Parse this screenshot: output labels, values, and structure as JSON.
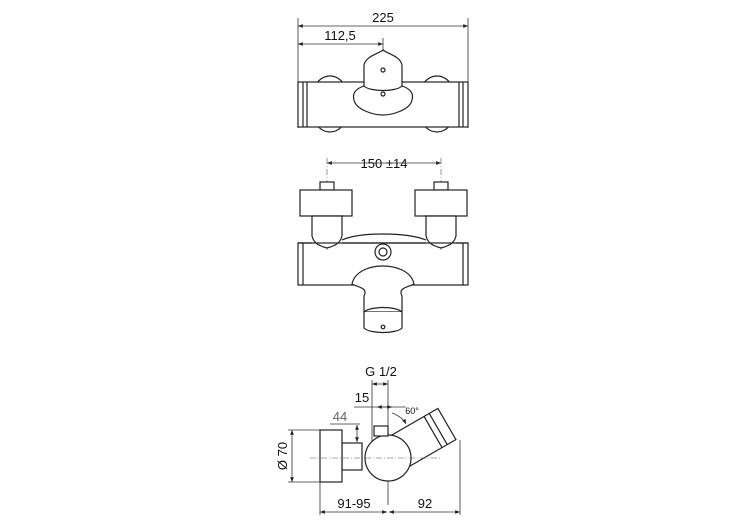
{
  "top_view": {
    "dim_total": "225",
    "dim_half": "112,5"
  },
  "front_view": {
    "dim_spacing": "150 ±14"
  },
  "side_view": {
    "thread": "G 1/2",
    "dim_15": "15",
    "dim_44": "44",
    "angle": "60°",
    "diameter": "Ø 70",
    "depth": "91-95",
    "projection": "92"
  }
}
